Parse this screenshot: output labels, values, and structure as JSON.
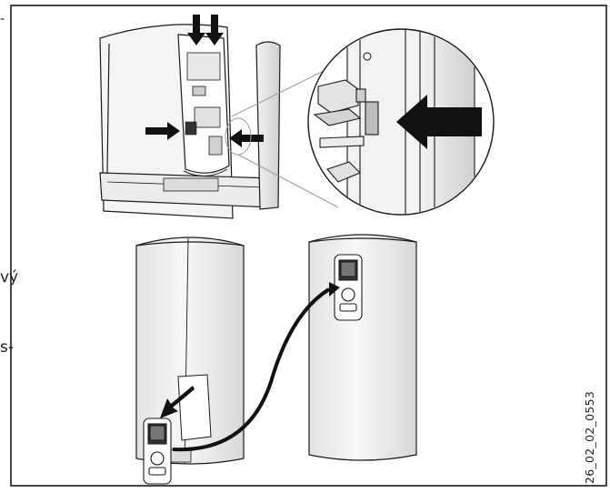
{
  "figure_label": "26_02_02_0553",
  "left_margin_text": {
    "fragment_1": "-",
    "fragment_2": "vý",
    "fragment_3": "s-"
  },
  "icons": {
    "down_arrows": "arrow-down-icon",
    "side_arrows": "arrow-inward-icon",
    "detail_arrow": "arrow-left-icon",
    "removal_arrow": "arrow-down-left-icon",
    "transfer_arrow": "curved-arrow-icon"
  },
  "colors": {
    "line": "#1a1a1a",
    "fill": "#ffffff",
    "shade": "#d9d9d9",
    "arrow": "#111111"
  }
}
